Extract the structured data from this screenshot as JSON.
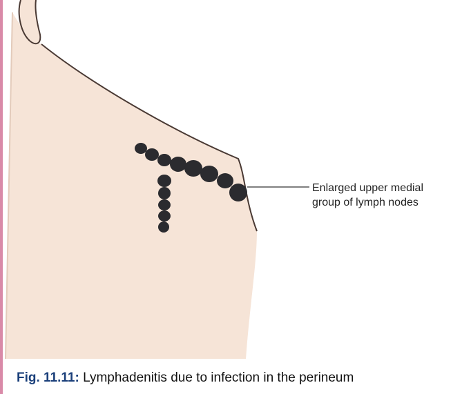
{
  "figure": {
    "callout_line1": "Enlarged upper medial",
    "callout_line2": "group of lymph nodes",
    "caption_label": "Fig. 11.11:",
    "caption_text": " Lymphadenitis due to infection in the perineum"
  },
  "colors": {
    "skin": "#f6e4d7",
    "skin_outline": "#4a3a34",
    "node": "#2b2b2f",
    "accent_border": "#d98aa8",
    "caption_label": "#1a3f7a"
  }
}
